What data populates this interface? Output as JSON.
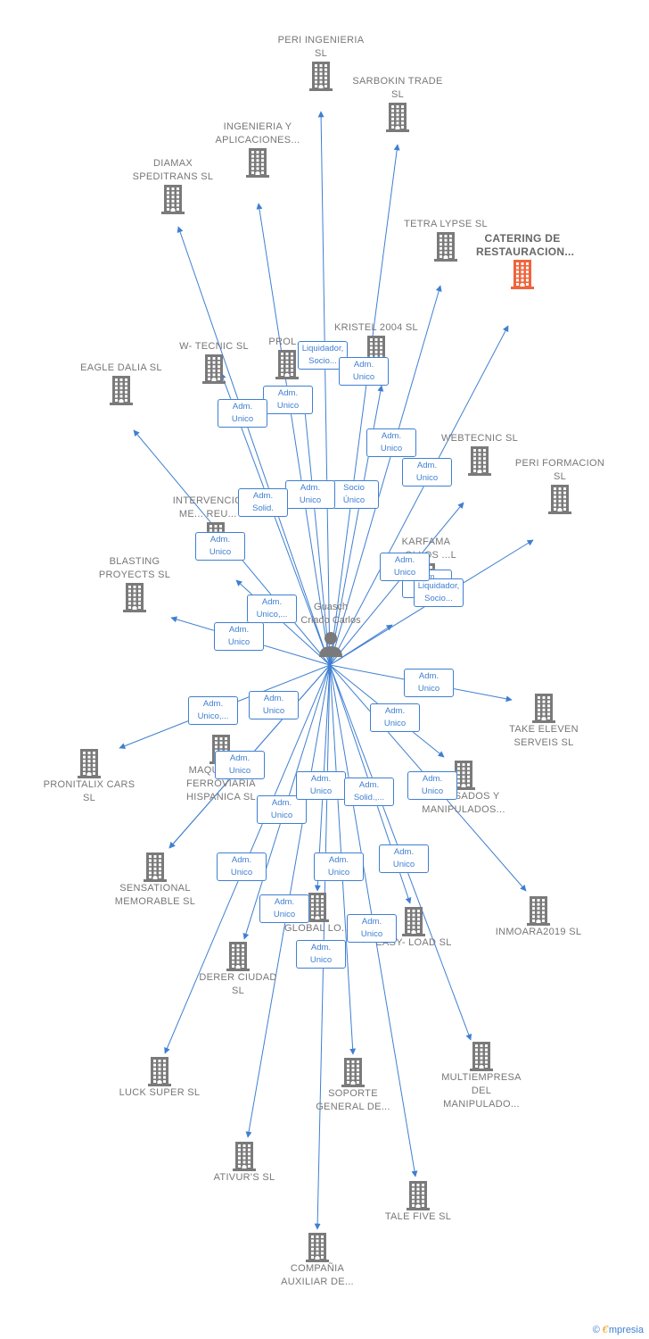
{
  "center": {
    "name": "Guasch Criado Carlos"
  },
  "colors": {
    "edge": "#3f7fd1",
    "building": "#7a7a7a",
    "highlight": "#f0643c"
  },
  "nodes": [
    {
      "id": "peri_ing",
      "label": "PERI INGENIERIA SL"
    },
    {
      "id": "sarbokin",
      "label": "SARBOKIN TRADE SL"
    },
    {
      "id": "ingenieria",
      "label": "INGENIERIA Y APLICACIONES..."
    },
    {
      "id": "diamax",
      "label": "DIAMAX SPEDITRANS SL"
    },
    {
      "id": "tetra",
      "label": "TETRA LYPSE SL"
    },
    {
      "id": "catering",
      "label": "CATERING DE RESTAURACION...",
      "highlight": true
    },
    {
      "id": "kristel",
      "label": "KRISTEL 2004 SL"
    },
    {
      "id": "prol",
      "label": "PROL..."
    },
    {
      "id": "wtecnic",
      "label": "W- TECNIC SL"
    },
    {
      "id": "eagle",
      "label": "EAGLE DALIA SL"
    },
    {
      "id": "webtecnic",
      "label": "WEBTECNIC SL"
    },
    {
      "id": "periform",
      "label": "PERI FORMACION SL"
    },
    {
      "id": "intervencion",
      "label": "INTERVENCION... ME... REU... SL"
    },
    {
      "id": "karfama",
      "label": "KARFAMA ...OLLOS ...L"
    },
    {
      "id": "blasting",
      "label": "BLASTING PROYECTS SL"
    },
    {
      "id": "take",
      "label": "TAKE ELEVEN SERVEIS SL"
    },
    {
      "id": "pronitalix",
      "label": "PRONITALIX CARS SL"
    },
    {
      "id": "maquinaria",
      "label": "MAQUINARIA FERROVIARIA HISPANICA SL"
    },
    {
      "id": "envasados",
      "label": "ENVASADOS Y MANIPULADOS..."
    },
    {
      "id": "sensational",
      "label": "SENSATIONAL MEMORABLE SL"
    },
    {
      "id": "inmoara",
      "label": "INMOARA2019 SL"
    },
    {
      "id": "global",
      "label": "GLOBAL LO..."
    },
    {
      "id": "easyload",
      "label": "EASY- LOAD SL"
    },
    {
      "id": "derer",
      "label": "DERER CIUDAD SL"
    },
    {
      "id": "multiempresa",
      "label": "MULTIEMPRESA DEL MANIPULADO..."
    },
    {
      "id": "luck",
      "label": "LUCK SUPER SL"
    },
    {
      "id": "soporte",
      "label": "SOPORTE GENERAL DE..."
    },
    {
      "id": "ativurs",
      "label": "ATIVUR'S SL"
    },
    {
      "id": "talefive",
      "label": "TALE FIVE SL"
    },
    {
      "id": "compania",
      "label": "COMPAÑIA AUXILIAR DE..."
    }
  ],
  "edges": [
    {
      "to": "peri_ing",
      "label": "Liquidador, Socio..."
    },
    {
      "to": "sarbokin",
      "label": "Adm. Unico"
    },
    {
      "to": "ingenieria",
      "label": "Adm. Unico"
    },
    {
      "to": "diamax",
      "label": "Adm. Unico"
    },
    {
      "to": "tetra",
      "label": "Adm. Unico"
    },
    {
      "to": "catering",
      "label": "Adm. Unico"
    },
    {
      "to": "kristel",
      "label": "Socio Único"
    },
    {
      "to": "prol",
      "label": "Adm. Unico"
    },
    {
      "to": "wtecnic",
      "label": "Adm. Solid."
    },
    {
      "to": "eagle",
      "label": "Adm. Unico"
    },
    {
      "to": "webtecnic",
      "label": "Adm. Unico"
    },
    {
      "to": "periform",
      "label": "Liquidador, Socio..."
    },
    {
      "to": "intervencion",
      "label": "Adm. Unico,..."
    },
    {
      "to": "karfama",
      "label": "Adm. Unico"
    },
    {
      "to": "blasting",
      "label": "Adm. Unico"
    },
    {
      "to": "take",
      "label": "Adm. Unico"
    },
    {
      "to": "pronitalix",
      "label": "Adm. Unico,..."
    },
    {
      "to": "maquinaria",
      "label": "Adm. Unico"
    },
    {
      "to": "envasados",
      "label": "Adm. Unico"
    },
    {
      "to": "sensational",
      "label": "Adm. Unico"
    },
    {
      "to": "inmoara",
      "label": "Adm. Unico"
    },
    {
      "to": "global",
      "label": "Adm. Unico"
    },
    {
      "to": "easyload",
      "label": "Adm. Solid.,..."
    },
    {
      "to": "derer",
      "label": "Adm. Unico"
    },
    {
      "to": "multiempresa",
      "label": "Adm. Unico"
    },
    {
      "to": "luck",
      "label": "Adm. Unico"
    },
    {
      "to": "soporte",
      "label": "Adm. Unico"
    },
    {
      "to": "ativurs",
      "label": "Adm. Unico"
    },
    {
      "to": "talefive",
      "label": "Adm. Unico"
    },
    {
      "to": "compania",
      "label": "Adm. Unico"
    }
  ],
  "footer": {
    "copyright": "©",
    "brand_initial": "€",
    "brand_rest": "mpresia"
  }
}
